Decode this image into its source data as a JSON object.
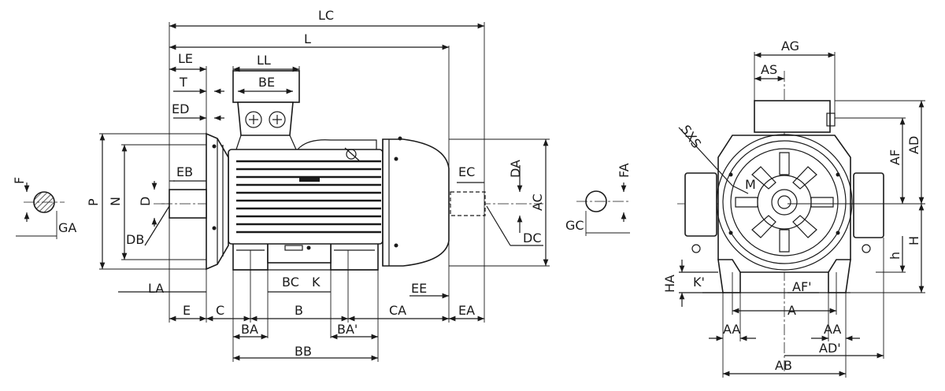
{
  "labels": {
    "LC": "LC",
    "L": "L",
    "LE": "LE",
    "LL": "LL",
    "T": "T",
    "BE": "BE",
    "ED": "ED",
    "EB": "EB",
    "EC": "EC",
    "DA": "DA",
    "FA": "FA",
    "F": "F",
    "GA": "GA",
    "P": "P",
    "N": "N",
    "D": "D",
    "DB": "DB",
    "AC": "AC",
    "DC": "DC",
    "GC": "GC",
    "LA": "LA",
    "BC": "BC",
    "K": "K",
    "EE": "EE",
    "E": "E",
    "C": "C",
    "B": "B",
    "CA": "CA",
    "EA": "EA",
    "BA": "BA",
    "BA_prime": "BA'",
    "BB": "BB",
    "AG": "AG",
    "AS": "AS",
    "SXS": "SXS",
    "M": "M",
    "AF": "AF",
    "AD": "AD",
    "H": "H",
    "h": "h",
    "HA": "HA",
    "K_prime": "K'",
    "AF_prime": "AF'",
    "A": "A",
    "AA_left": "AA",
    "AA_right": "AA",
    "AD_prime": "AD'",
    "AB": "AB"
  }
}
